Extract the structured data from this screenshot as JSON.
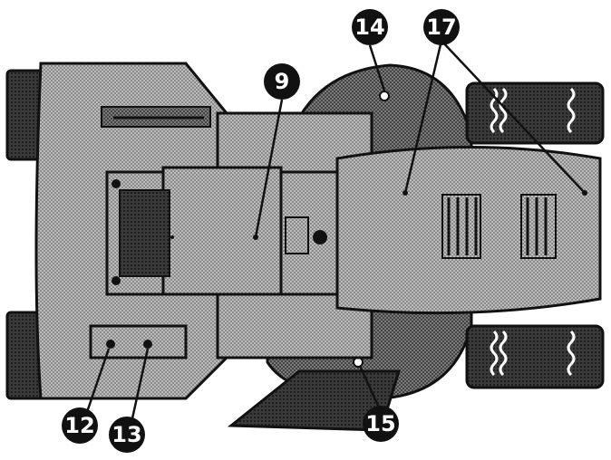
{
  "figure": {
    "description_source": "top view of riding mower with numbered callouts",
    "colors": {
      "outline": "#111111",
      "tire": "#2b2b2b",
      "body_fill": "#9a9a9a",
      "body_light": "#c4c4c4",
      "background": "#ffffff"
    }
  },
  "callouts": {
    "c9": "9",
    "c12": "12",
    "c13": "13",
    "c14": "14",
    "c15": "15",
    "c17": "17"
  }
}
